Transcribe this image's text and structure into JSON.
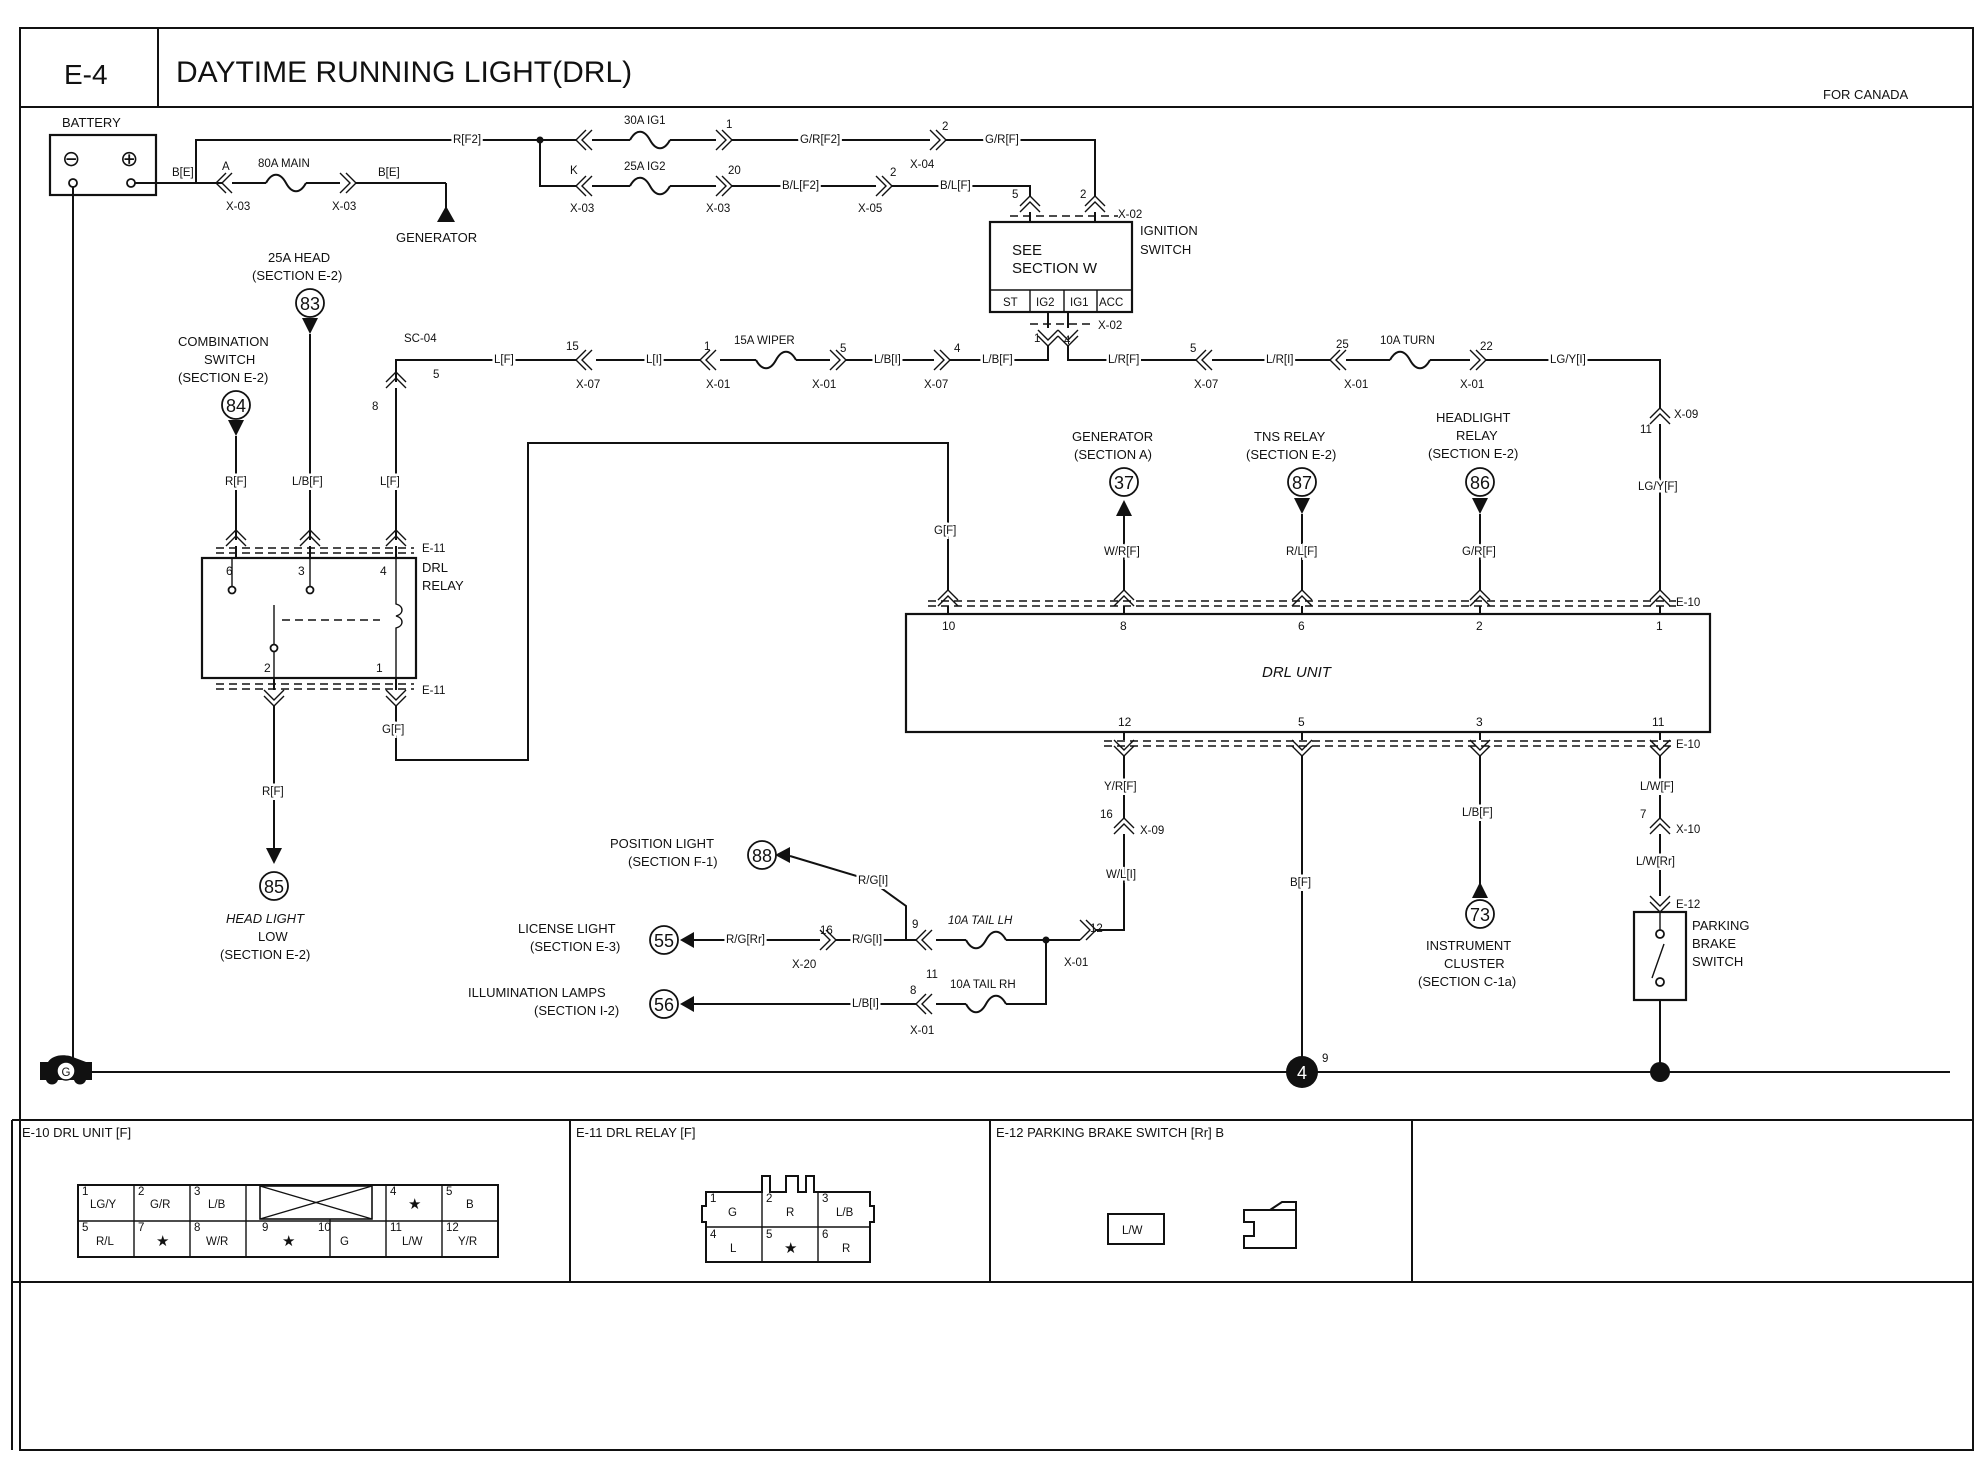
{
  "header": {
    "section_code": "E-4",
    "title": "DAYTIME RUNNING LIGHT(DRL)",
    "region_note": "FOR CANADA"
  },
  "components": {
    "battery": "BATTERY",
    "battery_minus": "⊖",
    "battery_plus": "⊕",
    "fuse_main": "80A MAIN",
    "fuse_ig1": "30A IG1",
    "fuse_ig2": "25A IG2",
    "fuse_wiper": "15A WIPER",
    "fuse_turn": "10A TURN",
    "fuse_tail_lh": "10A TAIL LH",
    "fuse_tail_rh": "10A TAIL RH",
    "generator_ground_label": "GENERATOR",
    "ignition_see_1": "SEE",
    "ignition_see_2": "SECTION W",
    "ignition_label_1": "IGNITION",
    "ignition_label_2": "SWITCH",
    "ignition_st": "ST",
    "ignition_ig2": "IG2",
    "ignition_ig1": "IG1",
    "ignition_acc": "ACC",
    "drl_relay_1": "DRL",
    "drl_relay_2": "RELAY",
    "drl_unit": "DRL UNIT",
    "parking_1": "PARKING",
    "parking_2": "BRAKE",
    "parking_3": "SWITCH",
    "ground_g": "G",
    "ground_4": "4",
    "ground_9": "9"
  },
  "references": {
    "head_fuse_1": "25A HEAD",
    "head_fuse_2": "(SECTION E-2)",
    "ref83": "83",
    "combo_1": "COMBINATION",
    "combo_2": "SWITCH",
    "combo_3": "(SECTION E-2)",
    "ref84": "84",
    "gen_1": "GENERATOR",
    "gen_2": "(SECTION A)",
    "ref37": "37",
    "tns_1": "TNS RELAY",
    "tns_2": "(SECTION E-2)",
    "ref87": "87",
    "hlr_1": "HEADLIGHT",
    "hlr_2": "RELAY",
    "hlr_3": "(SECTION E-2)",
    "ref86": "86",
    "hll_1": "HEAD LIGHT",
    "hll_2": "LOW",
    "hll_3": "(SECTION E-2)",
    "ref85": "85",
    "pos_1": "POSITION LIGHT",
    "pos_2": "(SECTION F-1)",
    "ref88": "88",
    "lic_1": "LICENSE LIGHT",
    "lic_2": "(SECTION E-3)",
    "ref55": "55",
    "ill_1": "ILLUMINATION LAMPS",
    "ill_2": "(SECTION I-2)",
    "ref56": "56",
    "ic_1": "INSTRUMENT",
    "ic_2": "CLUSTER",
    "ic_3": "(SECTION C-1a)",
    "ref73": "73"
  },
  "wires": {
    "w_bE_1": "B[E]",
    "w_bE_2": "B[E]",
    "w_rF2": "R[F2]",
    "w_grF2": "G/R[F2]",
    "w_grF": "G/R[F]",
    "w_blF2": "B/L[F2]",
    "w_blF": "B/L[F]",
    "w_lF_top": "L[F]",
    "w_lI": "L[I]",
    "w_lbI": "L/B[I]",
    "w_lbF": "L/B[F]",
    "w_lrF": "L/R[F]",
    "w_lrI": "L/R[I]",
    "w_lgyI": "LG/Y[I]",
    "w_lgyF": "LG/Y[F]",
    "w_rF_combo": "R[F]",
    "w_lbF_head": "L/B[F]",
    "w_lF_relay": "L[F]",
    "w_gF_unit": "G[F]",
    "w_gF_relay": "G[F]",
    "w_rF_low": "R[F]",
    "w_wrF": "W/R[F]",
    "w_rlF": "R/L[F]",
    "w_grF_hl": "G/R[F]",
    "w_yrF": "Y/R[F]",
    "w_wlI": "W/L[I]",
    "w_bF": "B[F]",
    "w_lbF_ic": "L/B[F]",
    "w_lwF": "L/W[F]",
    "w_lwRr": "L/W[Rr]",
    "w_rgI": "R/G[I]",
    "w_rgI_2": "R/G[I]",
    "w_rgRr": "R/G[Rr]",
    "w_lbI_ill": "L/B[I]"
  },
  "connectors": {
    "x03a": "X-03",
    "x03b": "X-03",
    "x03c": "X-03",
    "x03d": "X-03",
    "x04": "X-04",
    "x05": "X-05",
    "x02a": "X-02",
    "x02b": "X-02",
    "sc04": "SC-04",
    "x07a": "X-07",
    "x01a": "X-01",
    "x01b": "X-01",
    "x07b": "X-07",
    "x07c": "X-07",
    "x01c": "X-01",
    "x01d": "X-01",
    "x09a": "X-09",
    "e11a": "E-11",
    "e11b": "E-11",
    "e10a": "E-10",
    "e10b": "E-10",
    "x09b": "X-09",
    "x10": "X-10",
    "e12": "E-12",
    "x20": "X-20",
    "x01e": "X-01",
    "x01f": "X-01",
    "pA": "A",
    "pK": "K",
    "p1a": "1",
    "p20": "20",
    "p2a": "2",
    "p2b": "2",
    "p5a": "5",
    "p2c": "2",
    "p1b": "1",
    "p4a": "4",
    "p15": "15",
    "p1c": "1",
    "p5b": "5",
    "p4b": "4",
    "p5c": "5",
    "p25": "25",
    "p22": "22",
    "p11a": "11",
    "p5d": "5",
    "p8a": "8",
    "r6": "6",
    "r3": "3",
    "r4": "4",
    "r2": "2",
    "r1": "1",
    "u10": "10",
    "u8": "8",
    "u6": "6",
    "u2": "2",
    "u1": "1",
    "u12": "12",
    "u5": "5",
    "u3": "3",
    "u11": "11",
    "p16a": "16",
    "p7": "7",
    "p9": "9",
    "p11b": "11",
    "p8b": "8",
    "p16b": "16",
    "p12": "12"
  },
  "bottom_panels": {
    "e10": {
      "title": "E-10 DRL UNIT [F]",
      "pins": {
        "n1": "1",
        "v1": "LG/Y",
        "n2": "2",
        "v2": "G/R",
        "n3": "3",
        "v3": "L/B",
        "n4": "4",
        "v4": "★",
        "n5": "5",
        "v5": "B",
        "n5b": "5",
        "v5b": "R/L",
        "n7": "7",
        "v7": "★",
        "n8": "8",
        "v8": "W/R",
        "n9": "9",
        "v9": "★",
        "n10": "10",
        "v10": "G",
        "n11": "11",
        "v11": "L/W",
        "n12": "12",
        "v12": "Y/R"
      }
    },
    "e11": {
      "title": "E-11 DRL RELAY [F]",
      "pins": {
        "n1": "1",
        "v1": "G",
        "n2": "2",
        "v2": "R",
        "n3": "3",
        "v3": "L/B",
        "n4": "4",
        "v4": "L",
        "n5": "5",
        "v5": "★",
        "n6": "6",
        "v6": "R"
      }
    },
    "e12": {
      "title": "E-12 PARKING BRAKE SWITCH [Rr] B",
      "pin": "L/W"
    }
  }
}
